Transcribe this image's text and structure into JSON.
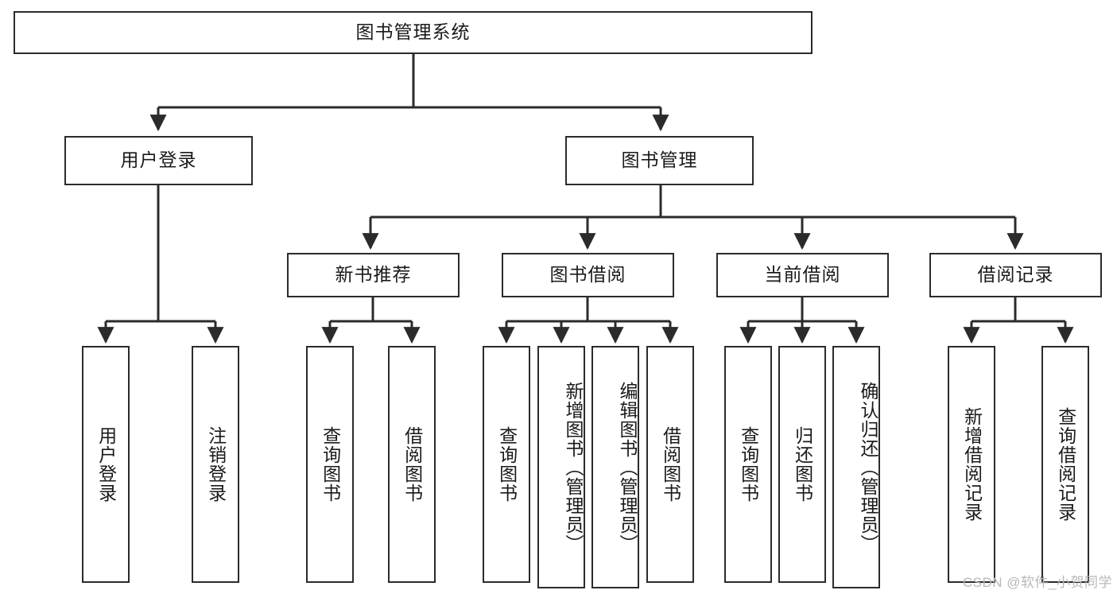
{
  "diagram": {
    "title": "图书管理系统",
    "type": "tree-hierarchy",
    "watermark": "CSDN @软件_小贺同学",
    "colors": {
      "stroke": "#2b2b2b",
      "fill": "#ffffff",
      "text": "#1a1a1a",
      "watermark": "#b7b7b7"
    }
  },
  "nodes": {
    "root": {
      "id": "root",
      "label": "图书管理系统",
      "level": 0,
      "orientation": "horizontal"
    },
    "level1": [
      {
        "id": "user-login",
        "label": "用户登录",
        "level": 1,
        "orientation": "horizontal"
      },
      {
        "id": "book-manage",
        "label": "图书管理",
        "level": 1,
        "orientation": "horizontal"
      }
    ],
    "level2": [
      {
        "id": "new-book-rec",
        "label": "新书推荐",
        "level": 2,
        "orientation": "horizontal",
        "parent": "book-manage"
      },
      {
        "id": "book-borrow",
        "label": "图书借阅",
        "level": 2,
        "orientation": "horizontal",
        "parent": "book-manage"
      },
      {
        "id": "current-borrow",
        "label": "当前借阅",
        "level": 2,
        "orientation": "horizontal",
        "parent": "book-manage"
      },
      {
        "id": "borrow-record",
        "label": "借阅记录",
        "level": 2,
        "orientation": "horizontal",
        "parent": "book-manage"
      }
    ],
    "leaves": [
      {
        "id": "leaf-user-login",
        "label": "用户登录",
        "parent": "user-login",
        "orientation": "vertical"
      },
      {
        "id": "leaf-logout-login",
        "label": "注销登录",
        "parent": "user-login",
        "orientation": "vertical"
      },
      {
        "id": "leaf-query-book-rec",
        "label": "查询图书",
        "parent": "new-book-rec",
        "orientation": "vertical"
      },
      {
        "id": "leaf-borrow-book-rec",
        "label": "借阅图书",
        "parent": "new-book-rec",
        "orientation": "vertical"
      },
      {
        "id": "leaf-query-book-borrow",
        "label": "查询图书",
        "parent": "book-borrow",
        "orientation": "vertical"
      },
      {
        "id": "leaf-add-book",
        "label": "新增图书（管理员）",
        "parent": "book-borrow",
        "orientation": "vertical"
      },
      {
        "id": "leaf-edit-book",
        "label": "编辑图书（管理员）",
        "parent": "book-borrow",
        "orientation": "vertical"
      },
      {
        "id": "leaf-borrow-book",
        "label": "借阅图书",
        "parent": "book-borrow",
        "orientation": "vertical"
      },
      {
        "id": "leaf-query-book-current",
        "label": "查询图书",
        "parent": "current-borrow",
        "orientation": "vertical"
      },
      {
        "id": "leaf-return-book",
        "label": "归还图书",
        "parent": "current-borrow",
        "orientation": "vertical"
      },
      {
        "id": "leaf-confirm-return",
        "label": "确认归还（管理员）",
        "parent": "current-borrow",
        "orientation": "vertical"
      },
      {
        "id": "leaf-add-record",
        "label": "新增借阅记录",
        "parent": "borrow-record",
        "orientation": "vertical"
      },
      {
        "id": "leaf-query-record",
        "label": "查询借阅记录",
        "parent": "borrow-record",
        "orientation": "vertical"
      }
    ]
  }
}
